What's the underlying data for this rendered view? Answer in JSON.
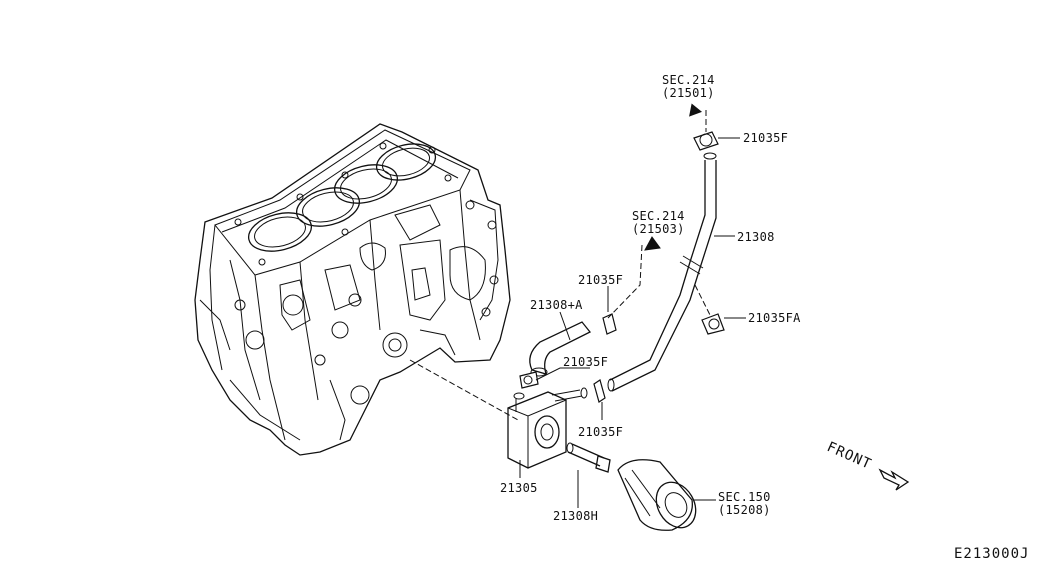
{
  "diagram_id": "E213000J",
  "direction_label": "FRONT",
  "sections": [
    {
      "ref": "SEC.214",
      "part": "(21501)"
    },
    {
      "ref": "SEC.214",
      "part": "(21503)"
    },
    {
      "ref": "SEC.150",
      "part": "(15208)"
    }
  ],
  "callouts": {
    "clamp_top": "21035F",
    "hose_upper": "21308",
    "clamp_fa": "21035FA",
    "clamp_mid": "21035F",
    "hose_a": "21308+A",
    "clamp_left": "21035F",
    "clamp_bottom": "21035F",
    "oil_cooler": "21305",
    "connector": "21308H"
  }
}
